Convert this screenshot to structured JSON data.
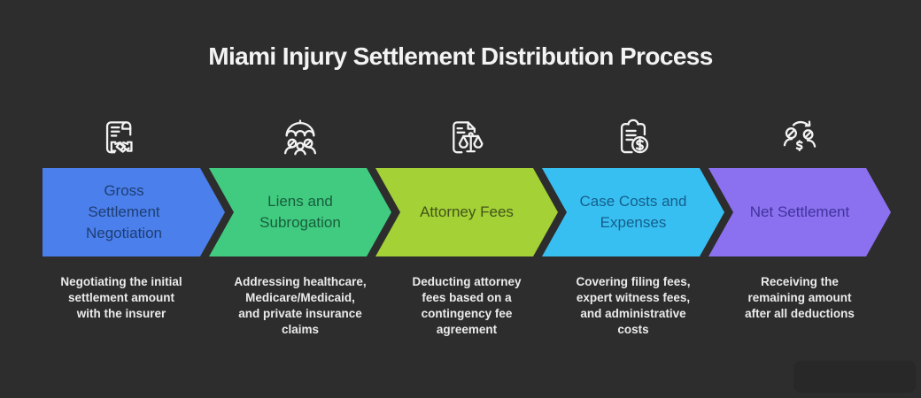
{
  "title": "Miami Injury Settlement Distribution Process",
  "background_color": "#2d2d2d",
  "title_color": "#f3f3f3",
  "description_color": "#ebebeb",
  "steps": [
    {
      "label": "Gross Settlement Negotiation",
      "description": "Negotiating the initial settlement amount with the insurer",
      "icon": "contract-handshake-icon",
      "fill": "#4b80ec",
      "label_color": "#1e3d72"
    },
    {
      "label": "Liens and Subrogation",
      "description": "Addressing healthcare, Medicare/Medicaid, and private insurance claims",
      "icon": "umbrella-family-icon",
      "fill": "#41cb80",
      "label_color": "#175e3c"
    },
    {
      "label": "Attorney Fees",
      "description": "Deducting attorney fees based on a contingency fee agreement",
      "icon": "legal-document-scales-icon",
      "fill": "#a3d136",
      "label_color": "#44541a"
    },
    {
      "label": "Case Costs and Expenses",
      "description": "Covering filing fees, expert witness fees, and administrative costs",
      "icon": "clipboard-dollar-icon",
      "fill": "#38bff2",
      "label_color": "#145f8a"
    },
    {
      "label": "Net Settlement",
      "description": "Receiving the remaining amount after all deductions",
      "icon": "people-money-exchange-icon",
      "fill": "#8b70ef",
      "label_color": "#41339c"
    }
  ]
}
